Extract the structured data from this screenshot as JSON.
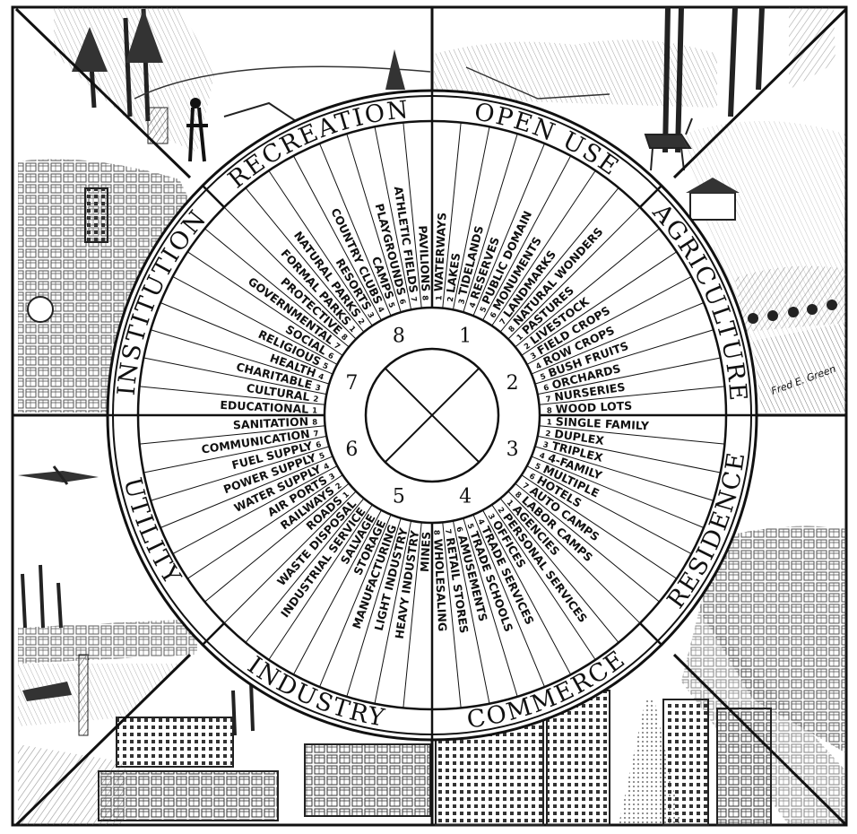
{
  "colors": {
    "ink": "#111111",
    "paper": "#ffffff",
    "hatch": "#444444"
  },
  "sections": [
    {
      "number": "1",
      "name": "OPEN USE",
      "items": [
        "WATERWAYS",
        "LAKES",
        "TIDELANDS",
        "RESERVES",
        "PUBLIC DOMAIN",
        "MONUMENTS",
        "LANDMARKS",
        "NATURAL WONDERS"
      ],
      "numbered": true
    },
    {
      "number": "2",
      "name": "AGRICULTURE",
      "items": [
        "PASTURES",
        "LIVESTOCK",
        "FIELD CROPS",
        "ROW CROPS",
        "BUSH FRUITS",
        "ORCHARDS",
        "NURSERIES",
        "WOOD LOTS"
      ],
      "numbered": true
    },
    {
      "number": "3",
      "name": "RESIDENCE",
      "items": [
        "SINGLE FAMILY",
        "DUPLEX",
        "TRIPLEX",
        "4-FAMILY",
        "MULTIPLE",
        "HOTELS",
        "AUTO CAMPS",
        "LABOR CAMPS"
      ],
      "numbered": true
    },
    {
      "number": "4",
      "name": "COMMERCE",
      "items": [
        "AGENCIES",
        "PERSONAL SERVICES",
        "OFFICES",
        "TRADE SERVICES",
        "TRADE SCHOOLS",
        "AMUSEMENTS",
        "RETAIL STORES",
        "WHOLESALING"
      ],
      "numbered": true
    },
    {
      "number": "5",
      "name": "INDUSTRY",
      "items": [
        "MINES",
        "HEAVY INDUSTRY",
        "LIGHT INDUSTRY",
        "MANUFACTURING",
        "STORAGE",
        "SALVAGE",
        "INDUSTRIAL SERVICE",
        "WASTE DISPOSAL"
      ],
      "numbered": false
    },
    {
      "number": "6",
      "name": "UTILITY",
      "items": [
        "ROADS",
        "RAILWAYS",
        "AIR PORTS",
        "WATER SUPPLY",
        "POWER SUPPLY",
        "FUEL SUPPLY",
        "COMMUNICATION",
        "SANITATION"
      ],
      "numbered": true
    },
    {
      "number": "7",
      "name": "INSTITUTION",
      "items": [
        "EDUCATIONAL",
        "CULTURAL",
        "CHARITABLE",
        "HEALTH",
        "RELIGIOUS",
        "SOCIAL",
        "GOVERNMENTAL",
        "PROTECTIVE"
      ],
      "numbered": true
    },
    {
      "number": "8",
      "name": "RECREATION",
      "items": [
        "FORMAL PARKS",
        "NATURAL PARKS",
        "RESORTS",
        "COUNTRY CLUBS",
        "CAMPS",
        "PLAYGROUNDS",
        "ATHLETIC FIELDS",
        "PAVILIONS"
      ],
      "numbered": true
    }
  ],
  "signature": "Fred E. Green",
  "scenes": [
    {
      "id": "forest-hiker",
      "icon": "pine-forest-scene"
    },
    {
      "id": "lake-deer",
      "icon": "lake-deer-scene"
    },
    {
      "id": "farmland",
      "icon": "farm-scene"
    },
    {
      "id": "suburb",
      "icon": "suburb-scene"
    },
    {
      "id": "main-street",
      "icon": "main-street-scene"
    },
    {
      "id": "factories",
      "icon": "factory-scene"
    },
    {
      "id": "harbor-airplane",
      "icon": "harbor-scene"
    },
    {
      "id": "civic-center",
      "icon": "civic-center-scene"
    }
  ]
}
